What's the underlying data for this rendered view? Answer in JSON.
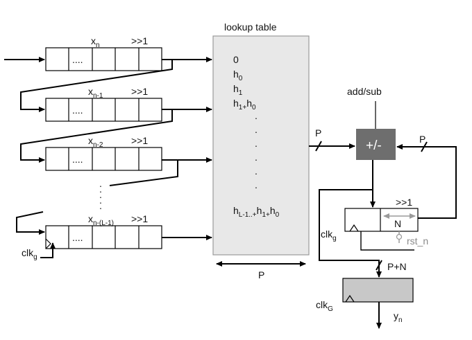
{
  "lut": {
    "title": "lookup table",
    "entries": [
      {
        "main": "0",
        "sub": "",
        "rest": ""
      },
      {
        "main": "h",
        "sub": "0",
        "rest": ""
      },
      {
        "main": "h",
        "sub": "1",
        "rest": ""
      },
      {
        "main": "h",
        "sub": "1+",
        "rest": "h",
        "sub2": "0"
      },
      {
        "main": "h",
        "sub": "L-1..+",
        "rest": "h",
        "sub2": "1+",
        "rest2": "h",
        "sub3": "0"
      }
    ],
    "dots": ".",
    "width_label": "P"
  },
  "shift_regs": [
    {
      "x_main": "x",
      "x_sub": "n",
      "shift": ">>1",
      "dots": "...."
    },
    {
      "x_main": "x",
      "x_sub": "n-1",
      "shift": ">>1",
      "dots": "...."
    },
    {
      "x_main": "x",
      "x_sub": "n-2",
      "shift": ">>1",
      "dots": "...."
    },
    {
      "x_main": "x",
      "x_sub": "n-(L-1)",
      "shift": ">>1",
      "dots": "...."
    }
  ],
  "clk_sr": {
    "main": "clk",
    "sub": "g"
  },
  "vdots": ".",
  "addsub": {
    "label": "add/sub",
    "op": "+/-",
    "in_width": "P",
    "fb_width": "P"
  },
  "acc_reg": {
    "shift": ">>1",
    "field": "N",
    "clk_main": "clk",
    "clk_sub": "g",
    "rst": "rst_n"
  },
  "out_reg": {
    "width": "P+N",
    "clk_main": "clk",
    "clk_sub": "G",
    "y_main": "y",
    "y_sub": "n"
  },
  "colors": {
    "lut_fill": "#e8e8e8",
    "lut_stroke": "#9a9a9a",
    "adder_fill": "#6e6e6e",
    "out_fill": "#c8c8c8",
    "rst_color": "#8a8a8a"
  }
}
